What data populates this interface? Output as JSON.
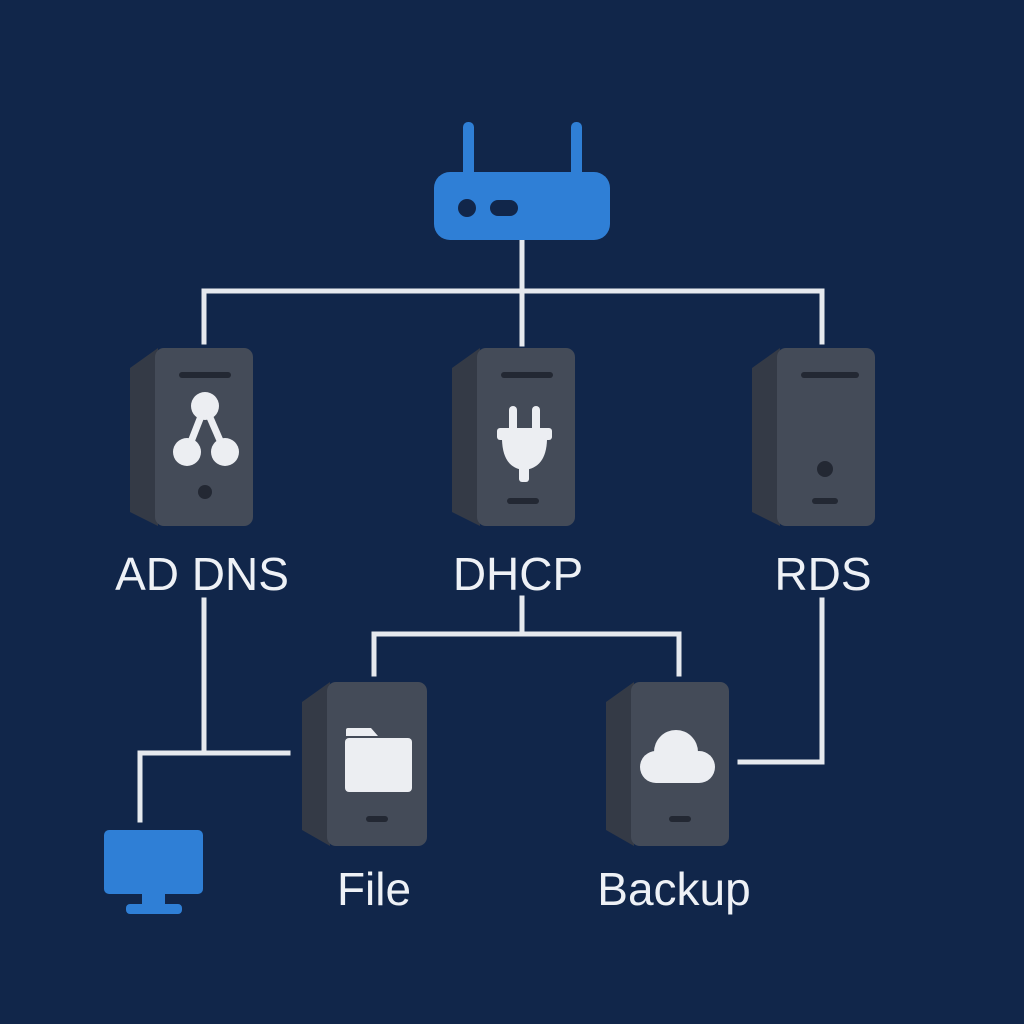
{
  "colors": {
    "background": "#11264a",
    "accent": "#2f7fd6",
    "server_front": "#444b58",
    "server_side": "#343a46",
    "line": "#e6e9ee",
    "icon": "#eceef2"
  },
  "nodes": {
    "router": {
      "icon": "router-icon"
    },
    "ad_dns": {
      "label": "AD DNS",
      "icon": "share-icon"
    },
    "dhcp": {
      "label": "DHCP",
      "icon": "plug-icon"
    },
    "rds": {
      "label": "RDS",
      "icon": "none"
    },
    "file": {
      "label": "File",
      "icon": "folder-icon"
    },
    "backup": {
      "label": "Backup",
      "icon": "cloud-icon"
    },
    "workstation": {
      "icon": "monitor-icon"
    }
  }
}
